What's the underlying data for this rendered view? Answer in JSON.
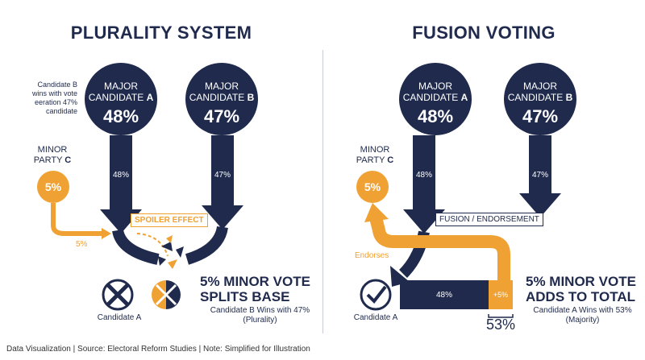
{
  "left": {
    "title": "PLURALITY SYSTEM",
    "candidate_a": {
      "line1": "MAJOR",
      "line2a": "CANDIDATE ",
      "line2b": "A",
      "pct": "48%"
    },
    "candidate_b": {
      "line1": "MAJOR",
      "line2a": "CANDIDATE ",
      "line2b": "B",
      "pct": "47%"
    },
    "note": [
      "Candidate B",
      "wins with vote",
      "eeration 47%",
      "candidate"
    ],
    "minor": {
      "line1": "MINOR",
      "line2a": "PARTY ",
      "line2b": "C",
      "pct": "5%"
    },
    "arrow_a_label": "48%",
    "arrow_b_label": "47%",
    "minor_arrow_label": "5%",
    "spoiler_label": "SPOILER EFFECT",
    "headline1": "5% MINOR VOTE",
    "headline2": "SPLITS BASE",
    "sub1": "Candidate B Wins with 47%",
    "sub2": "(Plurality)",
    "candidate_a_caption": "Candidate A"
  },
  "right": {
    "title": "FUSION VOTING",
    "candidate_a": {
      "line1": "MAJOR",
      "line2a": "CANDIDATE ",
      "line2b": "A",
      "pct": "48%"
    },
    "candidate_b": {
      "line1": "MAJOR",
      "line2a": "CANDIDATE ",
      "line2b": "B",
      "pct": "47%"
    },
    "minor": {
      "line1": "MINOR",
      "line2a": "PARTY ",
      "line2b": "C",
      "pct": "5%"
    },
    "arrow_a_label": "48%",
    "arrow_b_label": "47%",
    "fusion_label": "FUSION / ENDORSEMENT",
    "endorses_label": "Endorses",
    "bar_main_label": "48%",
    "bar_add_label": "+5%",
    "total": "53%",
    "headline1": "5% MINOR VOTE",
    "headline2": "ADDS TO TOTAL",
    "sub1": "Candidate A Wins with 53%",
    "sub2": "(Majority)",
    "candidate_a_caption": "Candidate A"
  },
  "footer": "Data Visualization | Source: Electoral Reform Studies | Note: Simplified for Illustration",
  "colors": {
    "navy": "#1f2a4d",
    "orange": "#f0a133"
  },
  "icons": {
    "x_mark": "x-mark-icon",
    "check": "check-icon",
    "shatter": "shatter-icon"
  }
}
